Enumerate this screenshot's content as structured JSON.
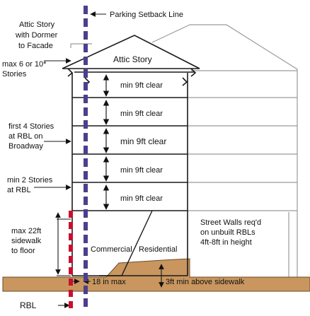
{
  "diagram": {
    "labels": {
      "parking_setback": "Parking Setback Line",
      "attic_story_title": "Attic Story",
      "attic_dormer_l1": "Attic Story",
      "attic_dormer_l2": "with Dormer",
      "attic_dormer_l3": "to Facade",
      "max_stories_l1": "max 6 or 10*",
      "max_stories_l2": "Stories",
      "first4_l1": "first 4 Stories",
      "first4_l2": "at RBL on",
      "first4_l3": "Broadway",
      "min2_l1": "min 2 Stories",
      "min2_l2": "at RBL",
      "max22_l1": "max 22ft",
      "max22_l2": "sidewalk",
      "max22_l3": "to floor",
      "commercial": "Commercial",
      "residential": "Residential",
      "street_walls_l1": "Street Walls req'd",
      "street_walls_l2": "on unbuilt RBLs",
      "street_walls_l3": "4ft-8ft in height",
      "eighteen_in_max": "18 in max",
      "three_ft_min": "3ft min above sidewalk",
      "rbl": "RBL"
    },
    "floor_clearances": [
      "min 9ft clear",
      "min 9ft clear",
      "min 9ft clear",
      "min 9ft clear",
      "min 9ft clear"
    ],
    "colors": {
      "ground": "#c9965f",
      "setback_line": "#4b3f8f",
      "rbl_line": "#c8102e",
      "facade": "#1a1a1a",
      "rear_building": "#9a9a9a"
    }
  }
}
